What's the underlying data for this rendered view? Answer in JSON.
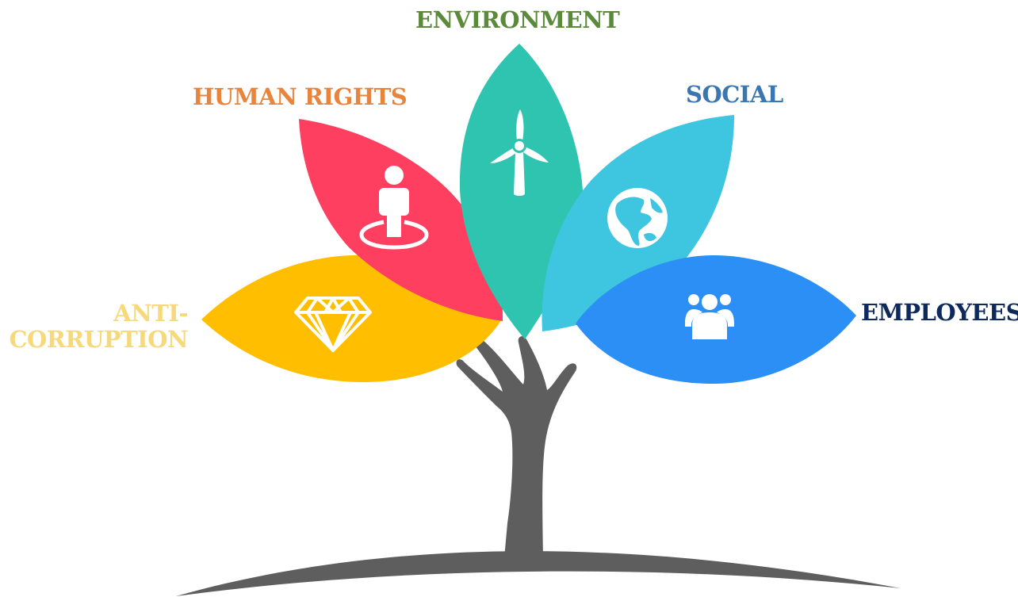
{
  "diagram": {
    "labels": {
      "environment": "ENVIRONMENT",
      "human_rights": "HUMAN RIGHTS",
      "social": "SOCIAL",
      "employees": "EMPLOYEES",
      "anti_corruption_line1": "ANTI-",
      "anti_corruption_line2": "CORRUPTION"
    },
    "colors": {
      "environment_text": "#5a8a3a",
      "human_rights_text": "#e8843c",
      "social_text": "#3a76b0",
      "employees_text": "#0e2a5c",
      "anti_corruption_text": "#f6d97a",
      "leaf_anti_corruption": "#ffbf00",
      "leaf_human_rights": "#ff3f60",
      "leaf_environment": "#2ec4b0",
      "leaf_social": "#3ec5e0",
      "leaf_employees": "#2b8ff5",
      "trunk": "#5e5e5e",
      "icon": "#ffffff"
    },
    "icons": {
      "anti_corruption": "diamond-icon",
      "human_rights": "person-icon",
      "environment": "wind-turbine-icon",
      "social": "globe-icon",
      "employees": "group-icon"
    }
  }
}
